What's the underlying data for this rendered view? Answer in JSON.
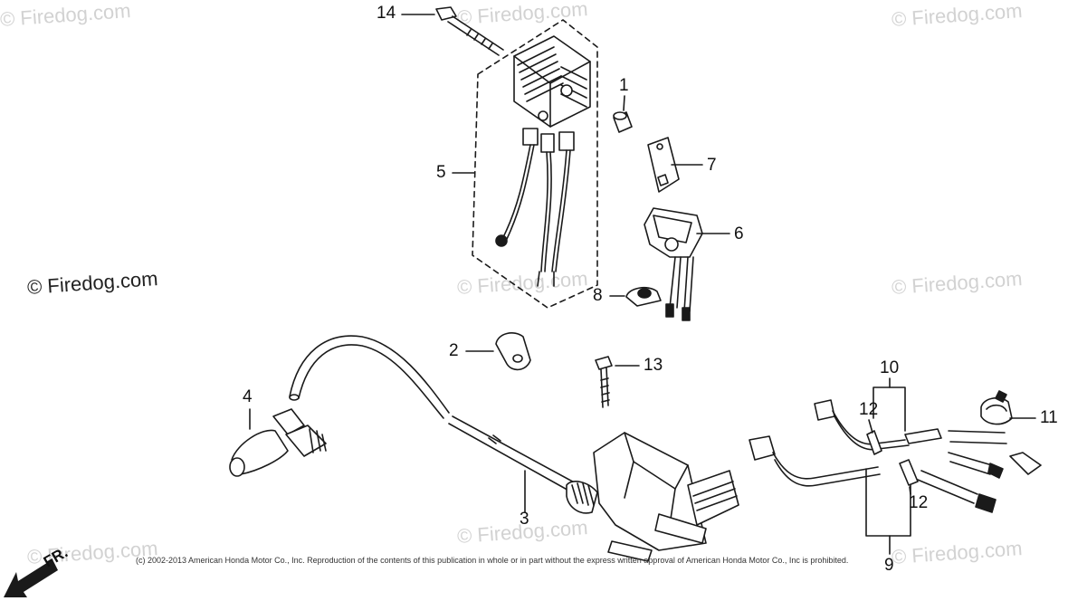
{
  "watermark": {
    "text": "© Firedog.com"
  },
  "copyright": "(c) 2002-2013 American Honda Motor Co., Inc. Reproduction of the contents of this publication in whole or in part without the express written approval of American Honda Motor Co., Inc is prohibited.",
  "front_marker": "FR.",
  "callouts": {
    "c1": "1",
    "c2": "2",
    "c3": "3",
    "c4": "4",
    "c5": "5",
    "c6": "6",
    "c7": "7",
    "c8": "8",
    "c9": "9",
    "c10": "10",
    "c11": "11",
    "c12a": "12",
    "c12b": "12",
    "c13": "13",
    "c14": "14"
  },
  "colors": {
    "line": "#1a1a1a",
    "watermark": "#d2d2d2"
  }
}
